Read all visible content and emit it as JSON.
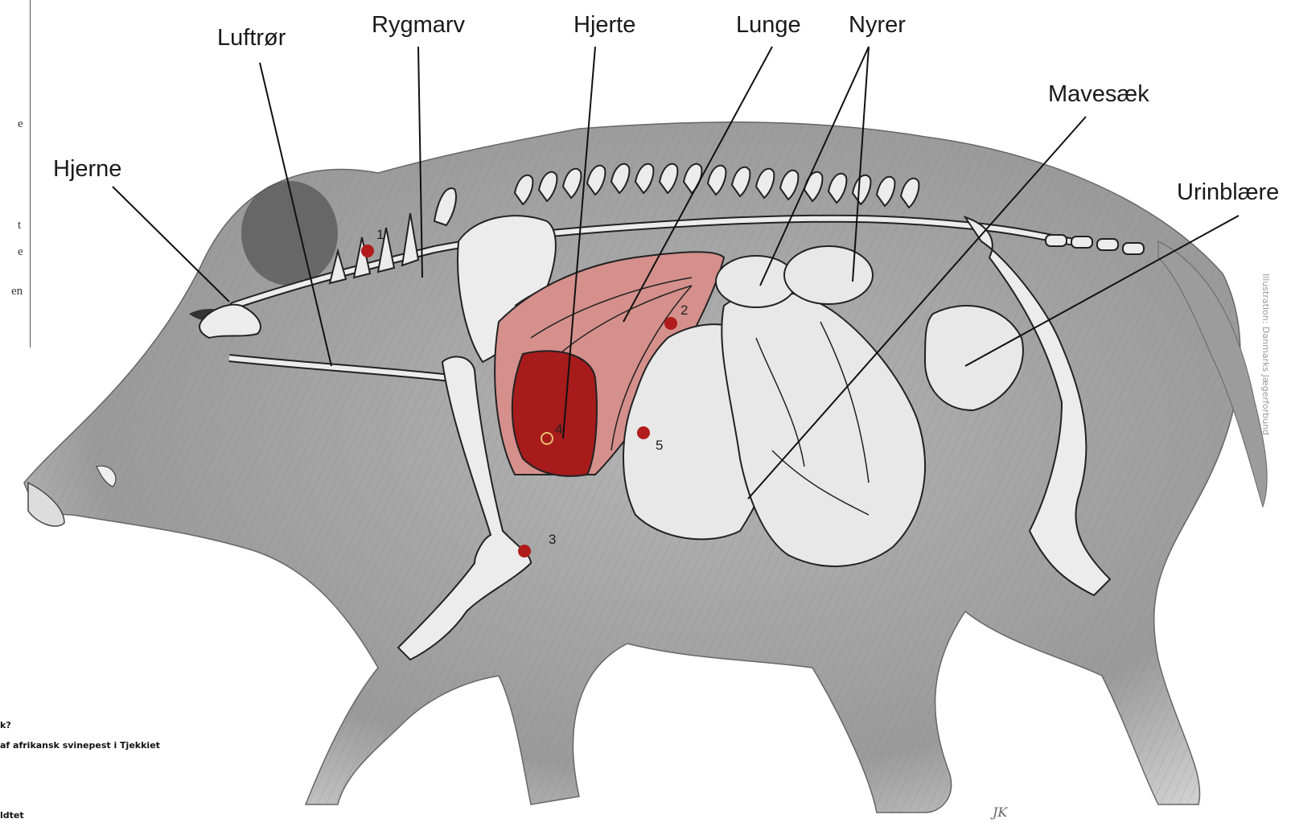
{
  "labels": {
    "hjerne": "Hjerne",
    "luftror": "Luftrør",
    "rygmarv": "Rygmarv",
    "hjerte": "Hjerte",
    "lunge": "Lunge",
    "nyrer": "Nyrer",
    "mavesaek": "Mavesæk",
    "urinblaere": "Urinblære"
  },
  "points": {
    "p1": "1",
    "p2": "2",
    "p3": "3",
    "p4": "4",
    "p5": "5"
  },
  "margin_fragments": [
    "e",
    "t",
    "e",
    "en"
  ],
  "snippets": {
    "line1": "k?",
    "line2": "af afrikansk svinepest i Tjekkiet",
    "line3": "ldtet"
  },
  "credit": "Illustration: Danmarks Jægerforbund",
  "signature": "JK",
  "colors": {
    "point_red": "#b11b1b",
    "heart": "#a51a1a",
    "lung": "#d68a87",
    "bone": "#ededed",
    "fur": "#8a8a8a"
  }
}
